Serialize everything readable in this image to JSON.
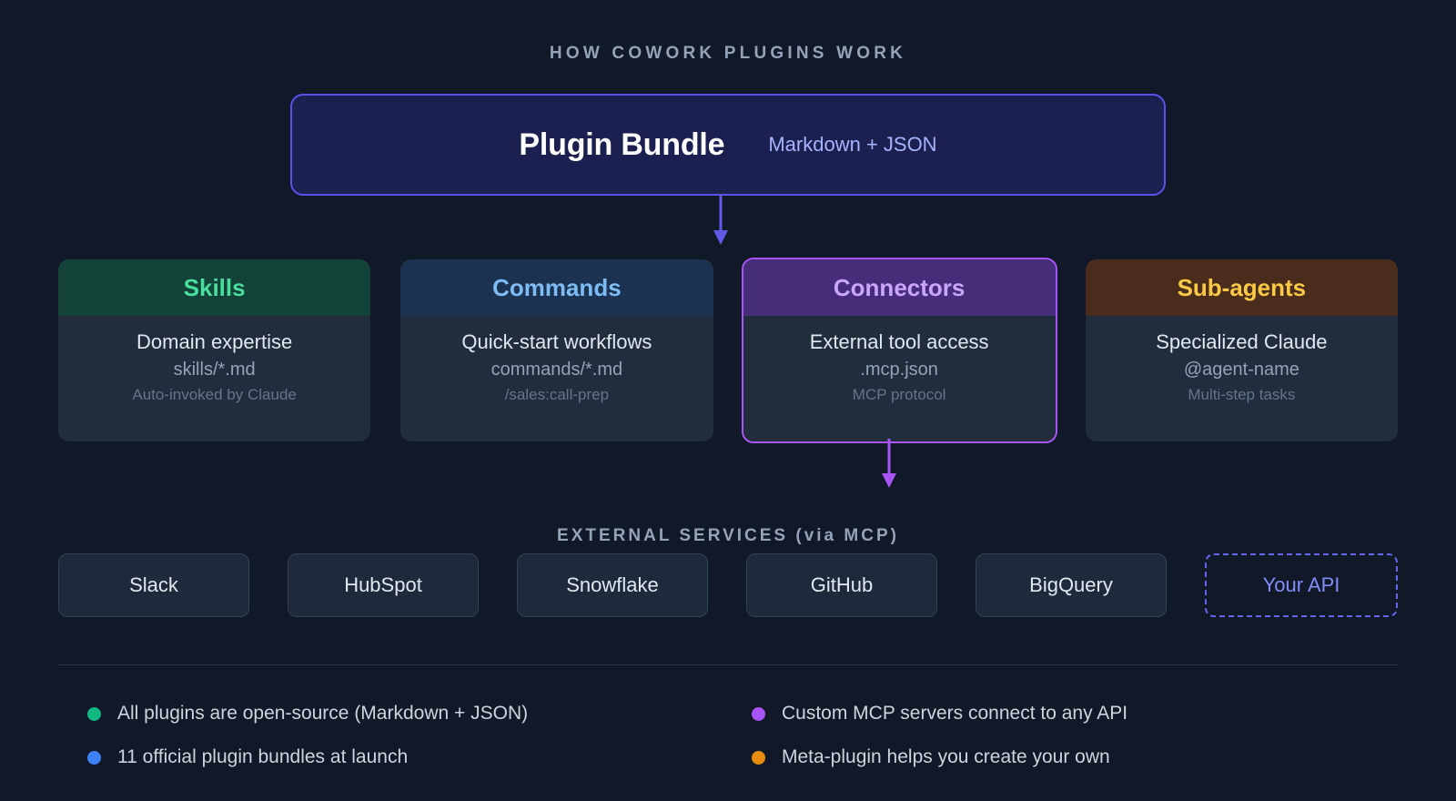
{
  "page": {
    "background": "#111827",
    "heading": "HOW COWORK PLUGINS WORK",
    "services_heading": "EXTERNAL SERVICES (via MCP)"
  },
  "bundle": {
    "title": "Plugin Bundle",
    "subtitle": "Markdown + JSON",
    "border_color": "#5b50e8",
    "fill_color": "#1c2050"
  },
  "arrows": [
    {
      "name": "bundle-to-cards",
      "color": "#6159e8"
    },
    {
      "name": "connectors-to-services",
      "color": "#a855f7"
    }
  ],
  "cards": [
    {
      "title": "Skills",
      "description": "Domain expertise",
      "path": "skills/*.md",
      "note": "Auto-invoked by Claude",
      "header_bg": "#134239",
      "title_color": "#4ade9e",
      "highlighted": false
    },
    {
      "title": "Commands",
      "description": "Quick-start workflows",
      "path": "commands/*.md",
      "note": "/sales:call-prep",
      "header_bg": "#1b3350",
      "title_color": "#7fbcf5",
      "highlighted": false
    },
    {
      "title": "Connectors",
      "description": "External tool access",
      "path": ".mcp.json",
      "note": "MCP protocol",
      "header_bg": "#452d7a",
      "title_color": "#c9a6fb",
      "highlighted": true,
      "border_color": "#a855f7"
    },
    {
      "title": "Sub-agents",
      "description": "Specialized Claude",
      "path": "@agent-name",
      "note": "Multi-step tasks",
      "header_bg": "#4a2c1d",
      "title_color": "#fbc945",
      "highlighted": false
    }
  ],
  "services": [
    {
      "label": "Slack",
      "dashed": false
    },
    {
      "label": "HubSpot",
      "dashed": false
    },
    {
      "label": "Snowflake",
      "dashed": false
    },
    {
      "label": "GitHub",
      "dashed": false
    },
    {
      "label": "BigQuery",
      "dashed": false
    },
    {
      "label": "Your API",
      "dashed": true
    }
  ],
  "legend": [
    {
      "text": "All plugins are open-source (Markdown + JSON)",
      "color": "#10b981"
    },
    {
      "text": "Custom MCP servers connect to any API",
      "color": "#a855f7"
    },
    {
      "text": "11 official plugin bundles at launch",
      "color": "#3b82f6"
    },
    {
      "text": "Meta-plugin helps you create your own",
      "color": "#ea8c0c"
    }
  ]
}
